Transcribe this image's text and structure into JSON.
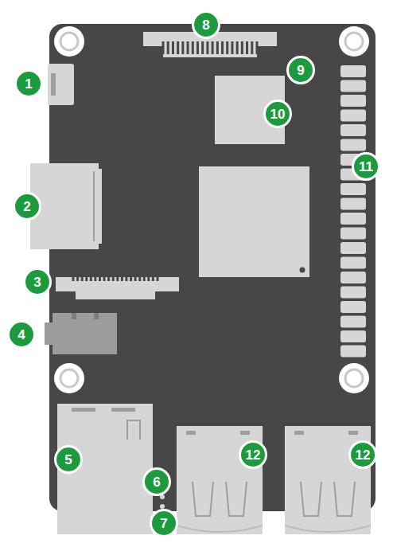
{
  "diagram": {
    "labels": [
      "1",
      "2",
      "3",
      "4",
      "5",
      "6",
      "7",
      "8",
      "9",
      "10",
      "11",
      "12",
      "12"
    ]
  }
}
